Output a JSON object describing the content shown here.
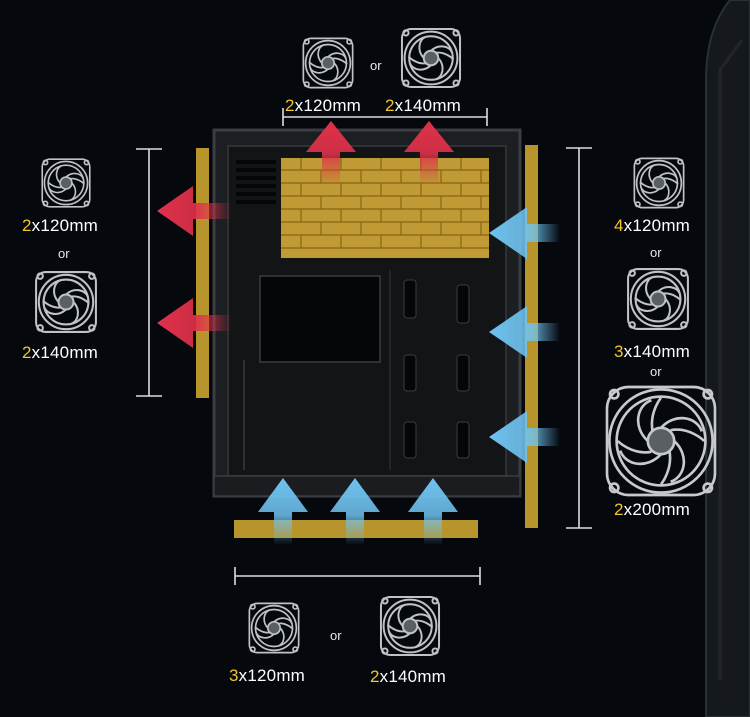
{
  "colors": {
    "background": "#05080d",
    "rail": "#b8952c",
    "radiator": "#e7b83a",
    "exhaust_arrow": "#e0314a",
    "intake_arrow": "#6fc3f0",
    "highlight_number": "#f4c52c"
  },
  "top": {
    "option_a": {
      "count": "2",
      "size": "x120mm"
    },
    "option_b": {
      "count": "2",
      "size": "x140mm"
    },
    "or": "or"
  },
  "rear": {
    "option_a": {
      "count": "2",
      "size": "x120mm"
    },
    "option_b": {
      "count": "2",
      "size": "x140mm"
    },
    "or": "or"
  },
  "front": {
    "option_a": {
      "count": "4",
      "size": "x120mm"
    },
    "option_b": {
      "count": "3",
      "size": "x140mm"
    },
    "option_c": {
      "count": "2",
      "size": "x200mm"
    },
    "or_1": "or",
    "or_2": "or"
  },
  "bottom": {
    "option_a": {
      "count": "3",
      "size": "x120mm"
    },
    "option_b": {
      "count": "2",
      "size": "x140mm"
    },
    "or": "or"
  }
}
